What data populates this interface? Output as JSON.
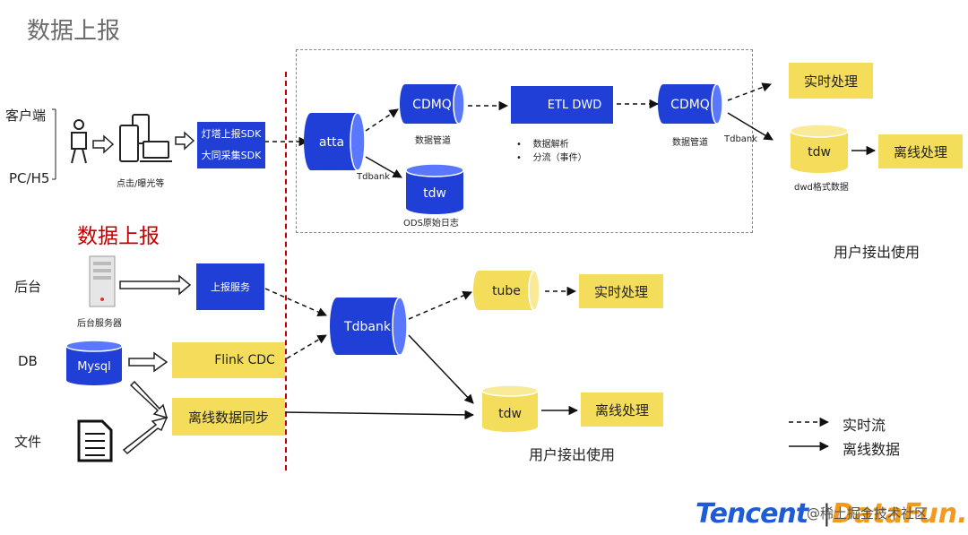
{
  "page": {
    "title": "数据上报",
    "red_title": "数据上报"
  },
  "sources": {
    "client": "客户端",
    "pc_h5": "PC/H5",
    "backend": "后台",
    "db": "DB",
    "file": "文件"
  },
  "client_flow": {
    "device_caption": "点击/曝光等",
    "sdk_line1": "灯塔上报SDK",
    "sdk_line2": "大同采集SDK"
  },
  "backend_flow": {
    "server_caption": "后台服务器",
    "report_service": "上报服务"
  },
  "db_flow": {
    "mysql": "Mysql",
    "flink_cdc": "Flink CDC"
  },
  "file_flow": {
    "offline_sync": "离线数据同步"
  },
  "upper_pipeline": {
    "atta": "atta",
    "tdbank_label": "Tdbank",
    "cdmq1": "CDMQ",
    "cdmq1_caption": "数据管道",
    "etl": "ETL DWD",
    "etl_bullets": [
      "数据解析",
      "分流（事件）"
    ],
    "cdmq2": "CDMQ",
    "cdmq2_caption": "数据管道",
    "tdw_ods": "tdw",
    "tdw_ods_caption": "ODS原始日志",
    "tdbank_label2": "Tdbank",
    "realtime": "实时处理",
    "tdw_dwd": "tdw",
    "tdw_dwd_caption": "dwd格式数据",
    "offline": "离线处理",
    "user_usage": "用户接出使用"
  },
  "lower_pipeline": {
    "tdbank": "Tdbank",
    "tube": "tube",
    "realtime": "实时处理",
    "tdw": "tdw",
    "offline": "离线处理",
    "user_usage": "用户接出使用"
  },
  "legend": {
    "realtime_flow": "实时流",
    "offline_data": "离线数据"
  },
  "footer": {
    "tencent": "Tencent",
    "separator": "|",
    "datafun": "DataFun.",
    "watermark": "@稀土掘金技术社区"
  },
  "colors": {
    "blue": "#1f3fd6",
    "yellow": "#f3dd5a",
    "red": "#c00000"
  }
}
